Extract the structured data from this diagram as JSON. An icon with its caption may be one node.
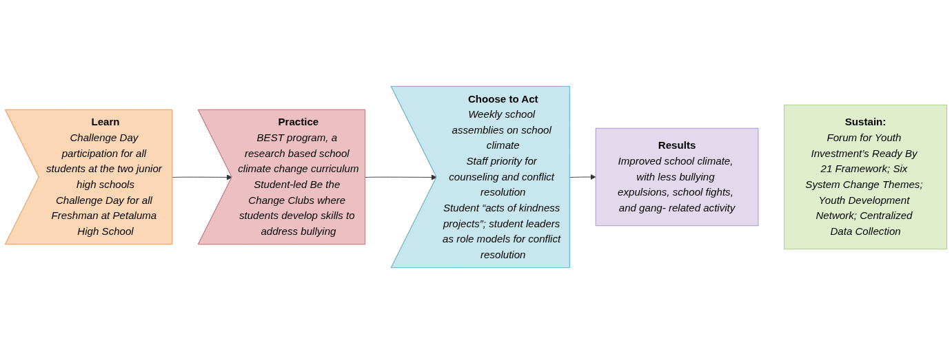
{
  "diagram": {
    "nodes": [
      {
        "text": [
          "Learn",
          "Challenge Day participation for all students at the two junior high schools",
          "Challenge Day for all Freshman at Petaluma High School"
        ]
      },
      {
        "text": [
          "Practice",
          "BEST program, a research based school climate change curriculum",
          "Student-led Be the Change Clubs where students develop skills to address bullying"
        ]
      },
      {
        "text": [
          "Choose to Act",
          "Weekly school assemblies on school climate",
          "Staff priority for counseling and conflict resolution",
          "Student “acts of kindness projects”; student leaders as role models for conflict resolution"
        ]
      },
      {
        "text": [
          "Results",
          "Improved school climate, with less bullying expulsions, school fights, and gang- related activity"
        ]
      },
      {
        "text": [
          "Sustain:",
          "Forum for Youth Investment’s Ready By 21 Framework; Six System Change Themes; Youth Development Network; Centralized Data Collection"
        ]
      }
    ],
    "edges": [
      {
        "from": 0,
        "to": 1,
        "arrow": "to"
      },
      {
        "from": 1,
        "to": 2,
        "arrow": "to"
      },
      {
        "from": 2,
        "to": 3,
        "arrow": "to"
      }
    ]
  }
}
